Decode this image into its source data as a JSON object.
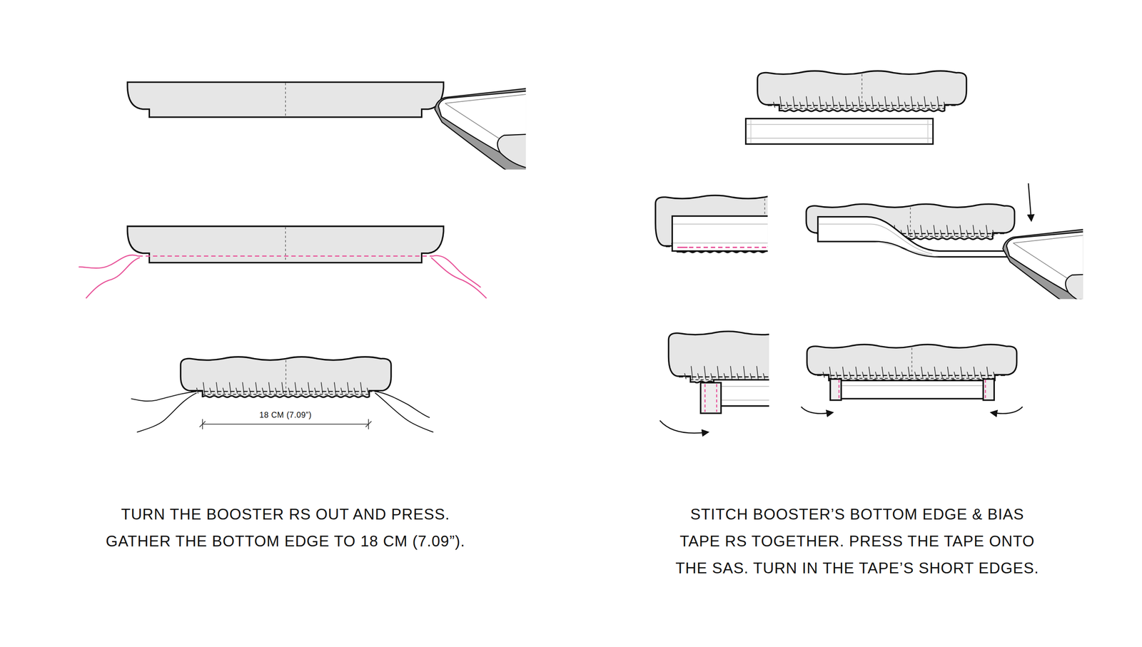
{
  "diagram": {
    "labels": [
      "TURN THE BOOSTER RS OUT AND PRESS. GATHER THE BOTTOM EDGE TO 18 CM (7.09”).",
      "STITCH BOOSTER’S BOTTOM EDGE & BIAS TAPE RS TOGETHER. PRESS THE TAPE ONTO THE SAS. TURN IN THE TAPE’S SHORT EDGES.",
      "18 CM (7.09”)"
    ]
  }
}
